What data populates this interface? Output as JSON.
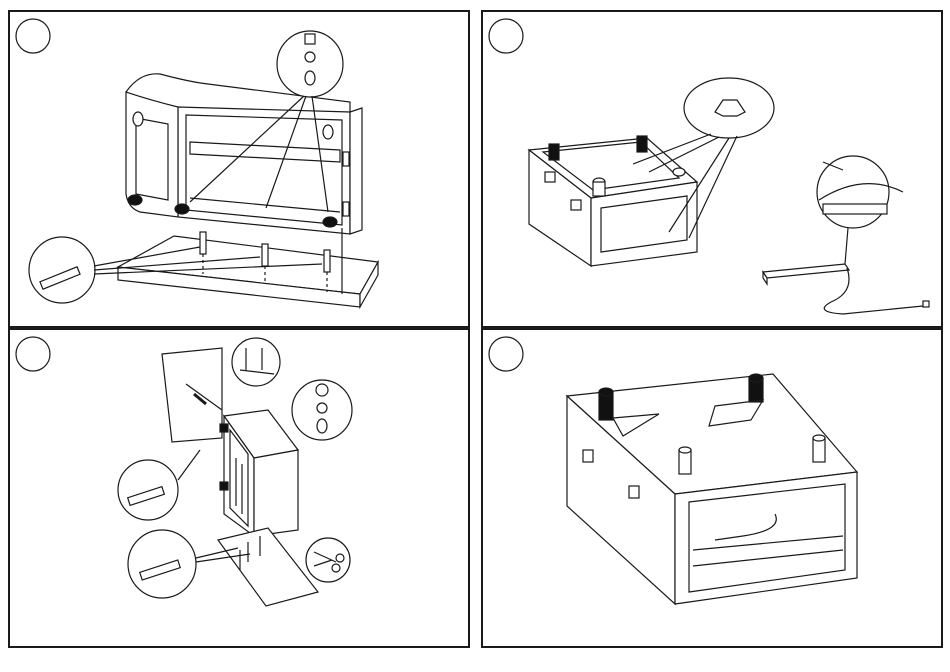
{
  "steps": [
    {
      "id": "step-1",
      "number": "",
      "icon": "cabinet-base-assembly"
    },
    {
      "id": "step-2",
      "number": "",
      "icon": "led-strip-installation"
    },
    {
      "id": "step-3",
      "number": "",
      "icon": "door-attachment-and-tape-cut"
    },
    {
      "id": "step-4",
      "number": "",
      "icon": "finished-assembly-view"
    }
  ],
  "colors": {
    "line": "#1a1a1a",
    "background": "#ffffff",
    "fill_dark": "#111111",
    "fill_light": "#f2f2f2"
  }
}
